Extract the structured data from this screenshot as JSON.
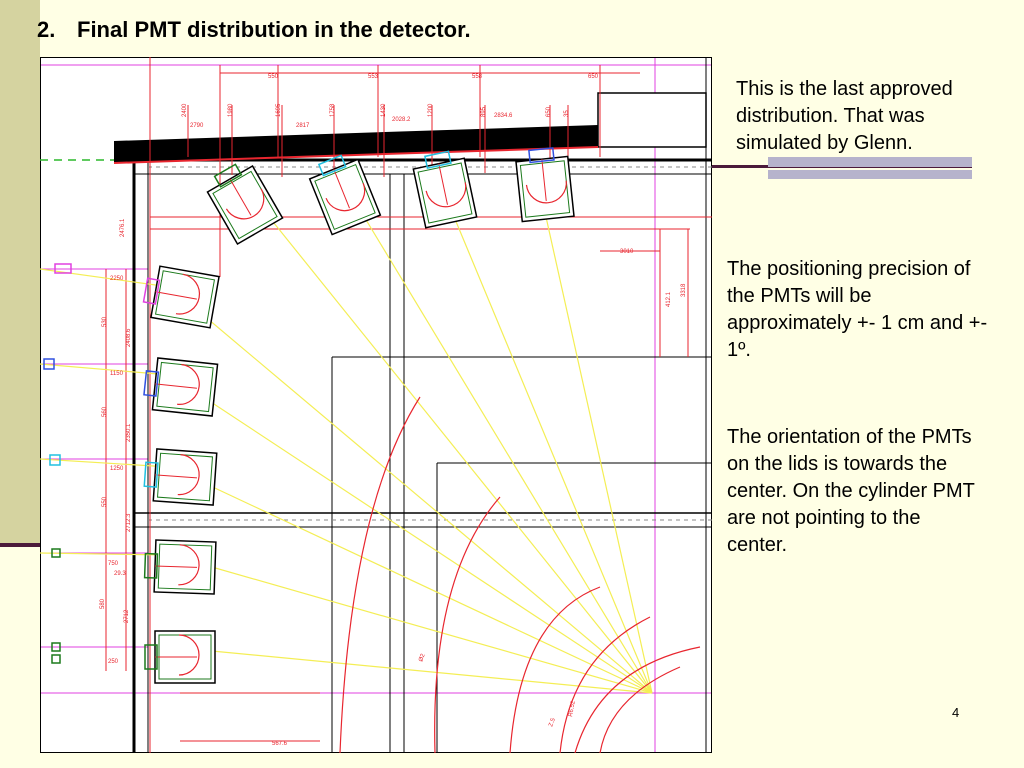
{
  "slide": {
    "title_number": "2.",
    "title_text": "Final PMT distribution in the detector.",
    "page_number": "4"
  },
  "notes": {
    "p1": "This is the last approved distribution. That was simulated by Glenn.",
    "p2": "The positioning precision of the PMTs will be approximately +- 1 cm and +- 1º.",
    "p3": "The orientation of the PMTs on the lids is towards the center. On the cylinder PMT are not pointing to the center."
  },
  "drawing": {
    "top_dims": [
      "550",
      "553",
      "558",
      "650"
    ],
    "top_labels": [
      "2400",
      "2790",
      "1980",
      "1695",
      "2817",
      "1758",
      "1430",
      "2028.2",
      "1200",
      "895",
      "2834.6",
      "650",
      "35"
    ],
    "left_labels": [
      "2476.1",
      "2250",
      "530",
      "2408.6",
      "1150",
      "560",
      "2350.1",
      "1250",
      "550",
      "2712.3",
      "750",
      "29.3",
      "580",
      "2712",
      "250"
    ],
    "right_labels": [
      "3010",
      "412.1",
      "3318"
    ],
    "bottom_labels": [
      "567.6",
      "Ø2",
      "R6.52",
      "Z.5"
    ],
    "colors": {
      "frame": "#000000",
      "dimension": "#E8262F",
      "ray": "#F4EE55",
      "magenta": "#E040E0",
      "pmt_green": "#1C7A1C",
      "pmt_cyan": "#20C0E0",
      "lid": "#000000",
      "grey": "#888888"
    }
  }
}
